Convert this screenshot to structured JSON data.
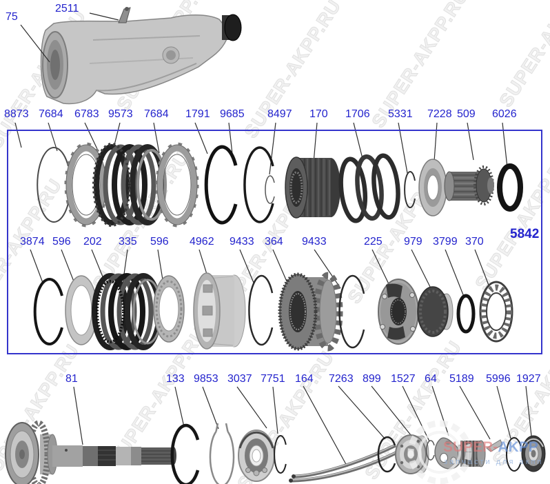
{
  "watermark": {
    "text": "SUPER-AKPP.RU",
    "brand_primary": "SUPER-",
    "brand_secondary": "AKPP",
    "brand_subtitle": "запчасти для акпп"
  },
  "colors": {
    "label_blue": "#2323cd",
    "box_border_blue": "#3434cc",
    "leader_line": "#2e2e2e"
  },
  "labels": {
    "top": [
      "75",
      "2511"
    ],
    "box_id": "5842",
    "row1": [
      "8873",
      "7684",
      "6783",
      "9573",
      "7684",
      "1791",
      "9685",
      "8497",
      "170",
      "1706",
      "5331",
      "7228",
      "509",
      "6026"
    ],
    "row2": [
      "3874",
      "596",
      "202",
      "335",
      "596",
      "4962",
      "9433",
      "364",
      "9433",
      "225",
      "979",
      "3799",
      "370"
    ],
    "row3": [
      "81",
      "133",
      "9853",
      "3037",
      "7751",
      "164",
      "7263",
      "899",
      "1527",
      "64",
      "5189",
      "5996",
      "1927"
    ]
  }
}
